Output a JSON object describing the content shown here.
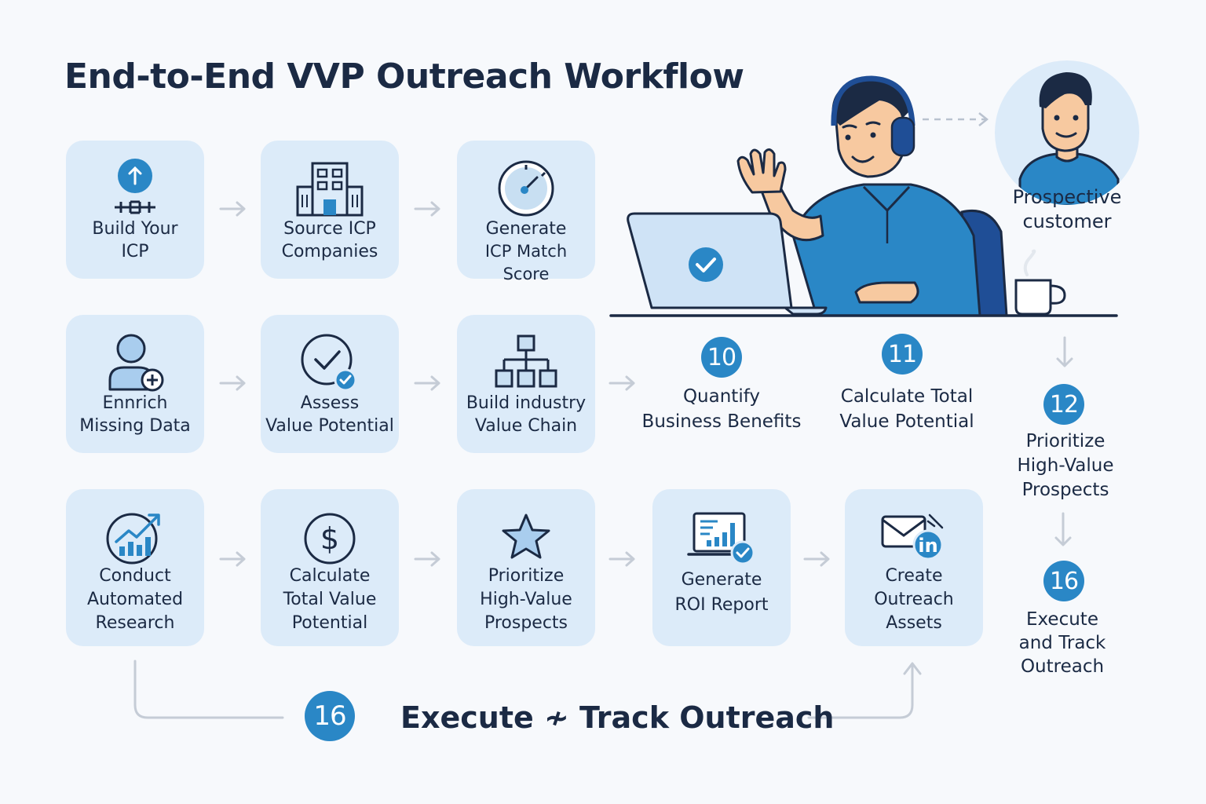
{
  "title": "End-to-End VVP Outreach Workflow",
  "row1": [
    {
      "label_l1": "Build Your",
      "label_l2": "ICP",
      "icon": "upload-arrow-icon"
    },
    {
      "label_l1": "Source ICP",
      "label_l2": "Companies",
      "icon": "building-icon"
    },
    {
      "label_l1": "Generate",
      "label_l2": "ICP Match Score",
      "icon": "gauge-icon"
    }
  ],
  "row2": [
    {
      "label_l1": "Ennrich",
      "label_l2": "Missing Data",
      "icon": "add-user-icon"
    },
    {
      "label_l1": "Assess",
      "label_l2": "Value Potential",
      "icon": "check-circle-icon"
    },
    {
      "label_l1": "Build industry",
      "label_l2": "Value Chain",
      "icon": "hierarchy-icon"
    }
  ],
  "row2_steps": [
    {
      "badge": "10",
      "label_l1": "Quantify",
      "label_l2": "Business Benefits"
    },
    {
      "badge": "11",
      "label_l1": "Calculate Total",
      "label_l2": "Value Potential"
    }
  ],
  "row3": [
    {
      "label_l1": "Conduct",
      "label_l2": "Automated",
      "label_l3": "Research",
      "icon": "growth-chart-icon"
    },
    {
      "label_l1": "Calculate",
      "label_l2": "Total Value",
      "label_l3": "Potential",
      "icon": "dollar-icon"
    },
    {
      "label_l1": "Prioritize",
      "label_l2": "High-Value",
      "label_l3": "Prospects",
      "icon": "star-icon"
    },
    {
      "label_l1": "Generate",
      "label_l2": "ROI Report",
      "icon": "report-icon"
    },
    {
      "label_l1": "Create",
      "label_l2": "Outreach",
      "label_l3": "Assets",
      "icon": "email-linkedin-icon"
    }
  ],
  "right_column": {
    "prospect_l1": "Prospective",
    "prospect_l2": "customer",
    "step12": {
      "badge": "12",
      "label_l1": "Prioritize",
      "label_l2": "High-Value",
      "label_l3": "Prospects"
    },
    "step16": {
      "badge": "16",
      "label_l1": "Execute",
      "label_l2": "and Track",
      "label_l3": "Outreach"
    }
  },
  "bottom": {
    "badge": "16",
    "text": "Execute ≁ Track Outreach"
  },
  "colors": {
    "card_bg": "#dcebf9",
    "accent_blue": "#2a87c6",
    "dark_navy": "#1b2a44",
    "arrow_gray": "#c5ccd6"
  }
}
